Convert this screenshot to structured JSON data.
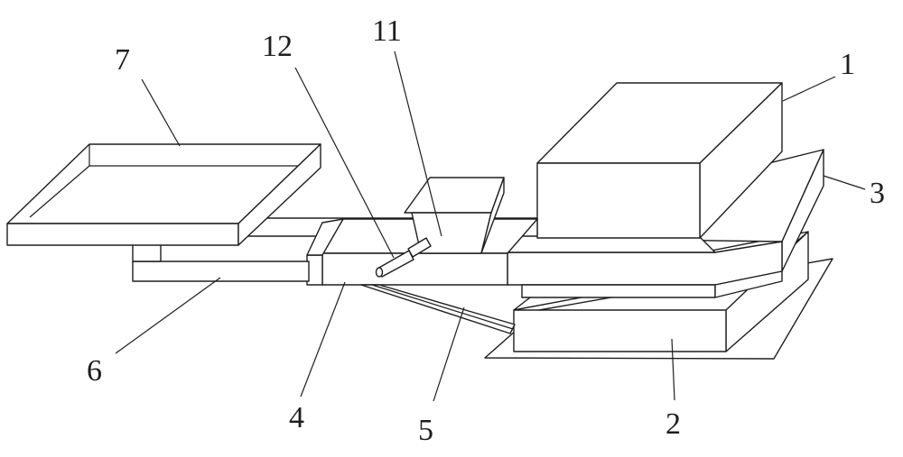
{
  "figure": {
    "callouts": [
      {
        "id": "1",
        "text": "1"
      },
      {
        "id": "2",
        "text": "2"
      },
      {
        "id": "3",
        "text": "3"
      },
      {
        "id": "4",
        "text": "4"
      },
      {
        "id": "5",
        "text": "5"
      },
      {
        "id": "6",
        "text": "6"
      },
      {
        "id": "7",
        "text": "7"
      },
      {
        "id": "11",
        "text": "11"
      },
      {
        "id": "12",
        "text": "12"
      }
    ]
  },
  "colors": {
    "line": "#1e1e1e",
    "background": "#ffffff"
  }
}
